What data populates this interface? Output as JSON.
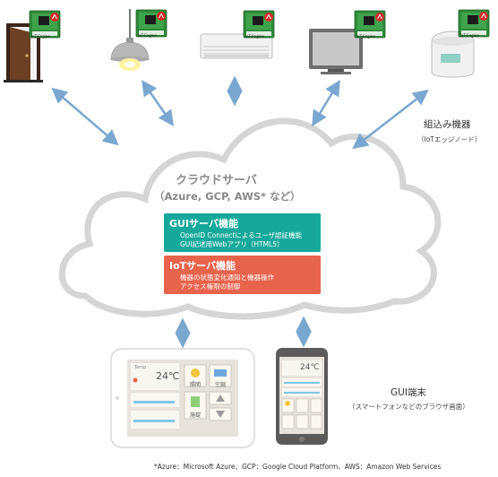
{
  "cloud": {
    "title": "クラウドサーバ",
    "subtitle": "（Azure, GCP, AWS* など）"
  },
  "gui_server": {
    "heading": "GUIサーバ機能",
    "line1": "OpenID Connectによるユーザ認証機能",
    "line2": "GUI記述用Webアプリ（HTML5）"
  },
  "iot_server": {
    "heading": "IoTサーバ機能",
    "line1": "機器の状態変化通知と機器操作",
    "line2": "アクセス権限の制御"
  },
  "embedded": {
    "title": "組込み機器",
    "subtitle": "（IoTエッジノード）"
  },
  "terminal": {
    "title": "GUI端末",
    "subtitle": "（スマートフォンなどのブラウザ画面）"
  },
  "board_label": "IoT-Engine",
  "tablet_screen": {
    "temperature": "24℃",
    "temp_label": "Temp",
    "btn_light": "照明",
    "btn_ac": "空調",
    "btn_lock": "施錠"
  },
  "phone_screen": {
    "temperature": "24℃"
  },
  "footnote": "*Azure：Microsoft Azure、GCP：Google Cloud Platform、AWS：Amazon Web Services",
  "colors": {
    "gui_box": "#16a99b",
    "iot_box": "#e8634c",
    "arrow": "#7aa7cf",
    "cloud_stroke": "#d5d5d5",
    "board": "#2e8b3a"
  }
}
